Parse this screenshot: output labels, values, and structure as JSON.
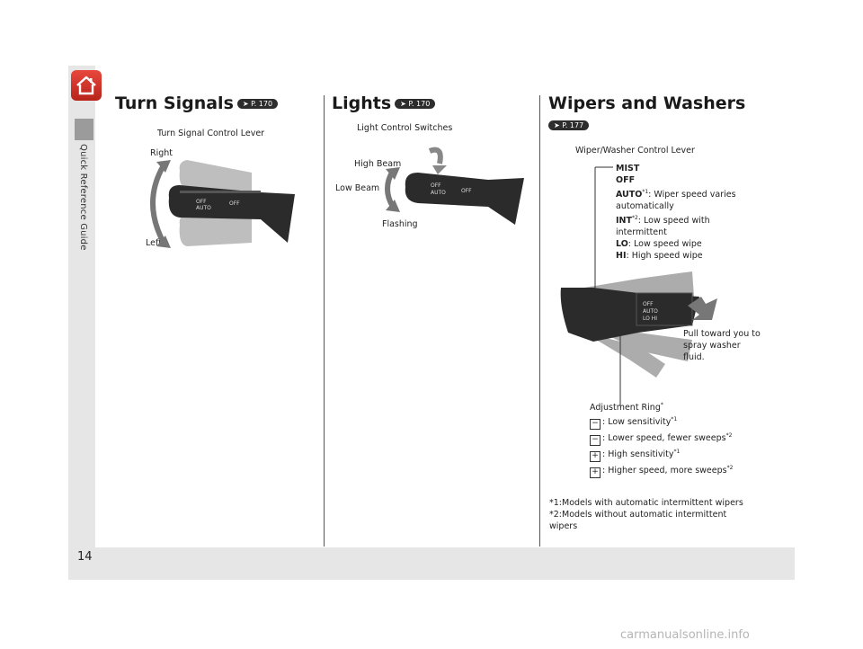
{
  "sidebar": {
    "label": "Quick Reference Guide"
  },
  "page_number": "14",
  "turn_signals": {
    "title": "Turn Signals",
    "ref": "P. 170",
    "lever_label": "Turn Signal Control Lever",
    "right": "Right",
    "left": "Left"
  },
  "lights": {
    "title": "Lights",
    "ref": "P. 170",
    "switches_label": "Light Control Switches",
    "high_beam": "High Beam",
    "low_beam": "Low Beam",
    "flashing": "Flashing"
  },
  "wipers": {
    "title": "Wipers and Washers",
    "ref": "P. 177",
    "lever_label": "Wiper/Washer Control Lever",
    "mist": "MIST",
    "off": "OFF",
    "auto": "AUTO",
    "auto_note": "*1",
    "auto_desc": ": Wiper speed varies automatically",
    "int": "INT",
    "int_note": "*2",
    "int_desc": ": Low speed with intermittent",
    "lo": "LO",
    "lo_desc": ": Low speed wipe",
    "hi": "HI",
    "hi_desc": ": High speed wipe",
    "pull": "Pull toward you to spray washer fluid.",
    "ring_label": "Adjustment Ring",
    "ring_star": "*",
    "ring_items": [
      {
        "symbol": "−",
        "text": ": Low sensitivity",
        "note": "*1"
      },
      {
        "symbol": "−",
        "text": ": Lower speed, fewer sweeps",
        "note": "*2"
      },
      {
        "symbol": "+",
        "text": ": High sensitivity",
        "note": "*1"
      },
      {
        "symbol": "+",
        "text": ": Higher speed, more sweeps",
        "note": "*2"
      }
    ],
    "footnote1": "*1:Models with automatic intermittent wipers",
    "footnote2": "*2:Models without automatic intermittent wipers"
  },
  "watermark": "carmanualsonline.info",
  "colors": {
    "home_button": "#d6342a",
    "panel": "#e6e6e6",
    "lever_dark": "#2b2b2b"
  }
}
